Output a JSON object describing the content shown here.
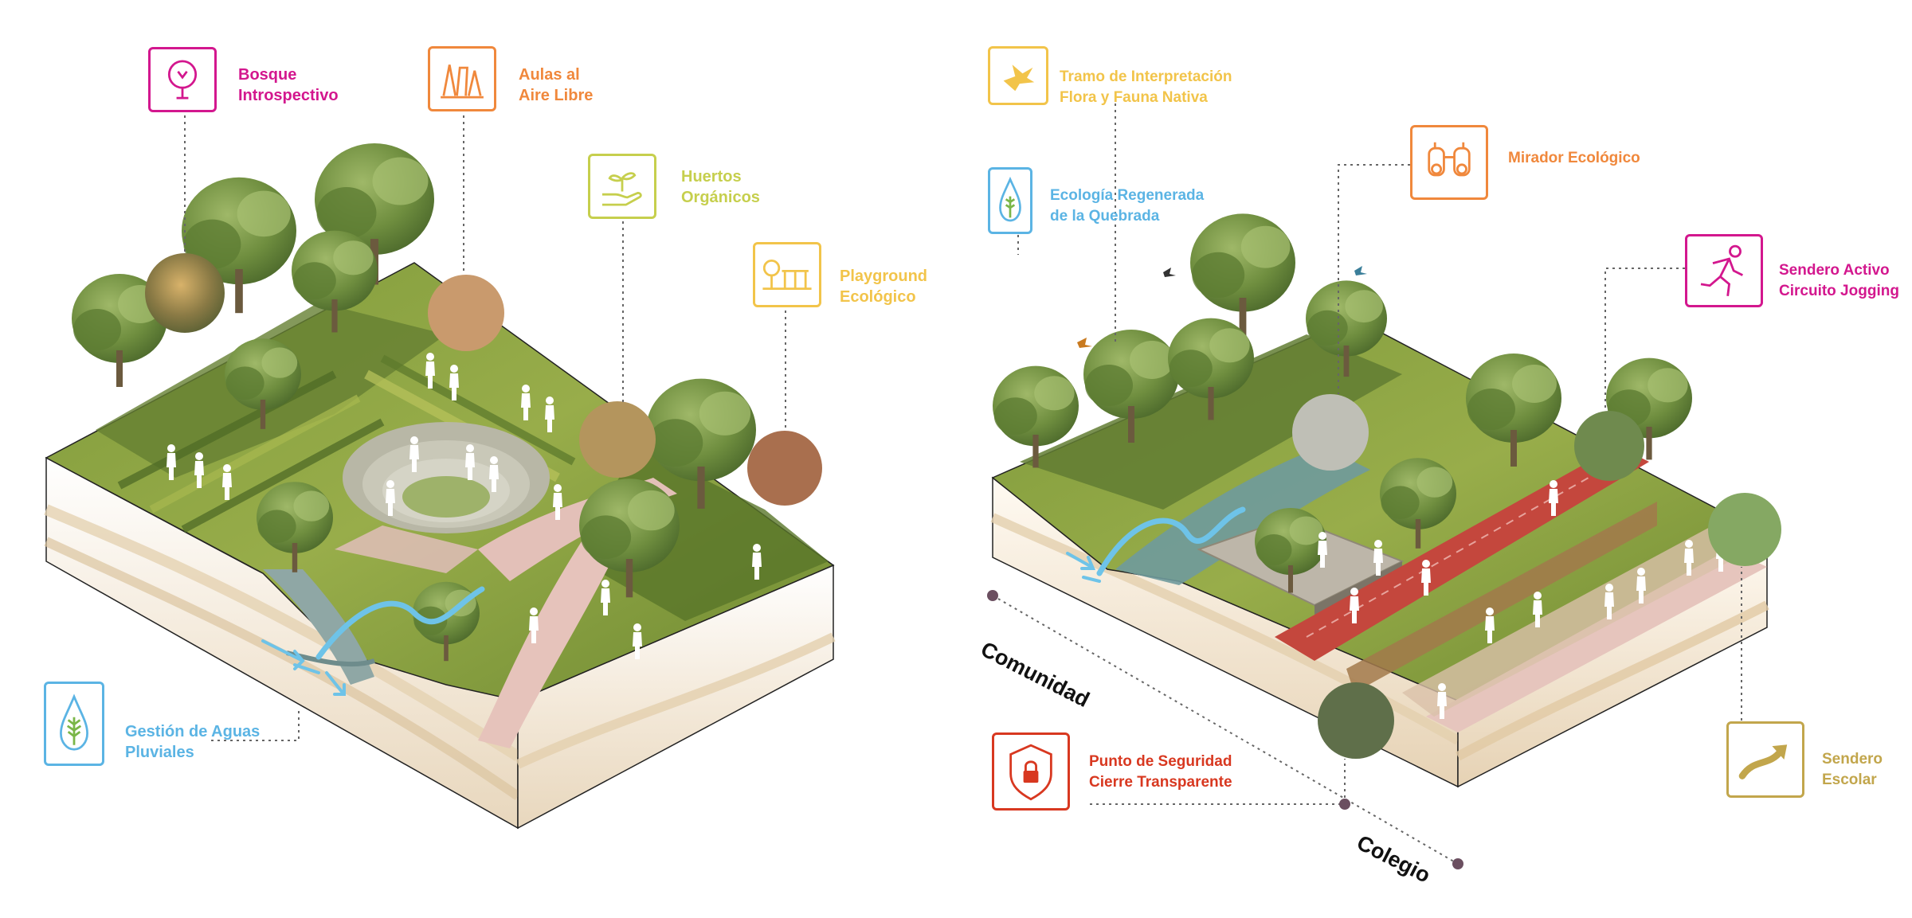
{
  "colors": {
    "magenta": "#d3178e",
    "orange": "#f0883c",
    "lime": "#c6cf4d",
    "yellow": "#f2c44a",
    "blue": "#5bb4e4",
    "red": "#d83820",
    "olive": "#c2a64c",
    "track": "#c4473d",
    "soil": "#efe2cf"
  },
  "left_diagram": {
    "bosque": {
      "line1": "Bosque",
      "line2": "Introspectivo",
      "icon": "tree-icon"
    },
    "aulas": {
      "line1": "Aulas al",
      "line2": "Aire Libre",
      "icon": "books-icon"
    },
    "huertos": {
      "line1": "Huertos",
      "line2": "Orgánicos",
      "icon": "sprout-hand-icon"
    },
    "playground": {
      "line1": "Playground",
      "line2": "Ecológico",
      "icon": "playground-icon"
    },
    "aguas": {
      "line1": "Gestión de Aguas",
      "line2": "Pluviales",
      "icon": "leaf-drop-icon"
    }
  },
  "right_diagram": {
    "tramo": {
      "line1": "Tramo de Interpretación",
      "line2": "Flora y Fauna Nativa",
      "icon": "bird-icon"
    },
    "ecologia": {
      "line1": "Ecología Regenerada",
      "line2": "de la Quebrada",
      "icon": "leaf-drop-icon"
    },
    "mirador": {
      "line1": "Mirador Ecológico",
      "icon": "binoculars-icon"
    },
    "sendero_activo": {
      "line1": "Sendero Activo",
      "line2": "Circuito Jogging",
      "icon": "runner-icon"
    },
    "seguridad": {
      "line1": "Punto de Seguridad",
      "line2": "Cierre Transparente",
      "icon": "shield-lock-icon"
    },
    "sendero_escolar": {
      "line1": "Sendero",
      "line2": "Escolar",
      "icon": "arrow-up-right-icon"
    },
    "comunidad": "Comunidad",
    "colegio": "Colegio"
  }
}
